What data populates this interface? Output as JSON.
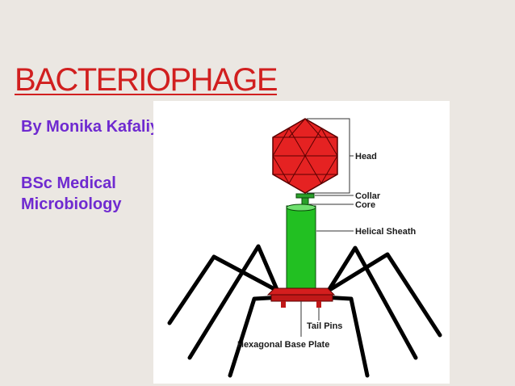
{
  "slide": {
    "title": "BACTERIOPHAGE",
    "author": "By Monika Kafaliya",
    "degree_line1": "BSc Medical",
    "degree_line2": "Microbiology"
  },
  "diagram": {
    "labels": {
      "head": "Head",
      "collar": "Collar",
      "core": "Core",
      "helical_sheath": "Helical Sheath",
      "tail_pins": "Tail Pins",
      "base_plate": "Hexagonal Base Plate"
    },
    "colors": {
      "head": "#e52222",
      "sheath": "#22c022",
      "base_plate": "#d41e1e",
      "fibers": "#000000",
      "title": "#d11f1f",
      "text": "#6f2ad0",
      "background": "#ebe7e2"
    }
  }
}
